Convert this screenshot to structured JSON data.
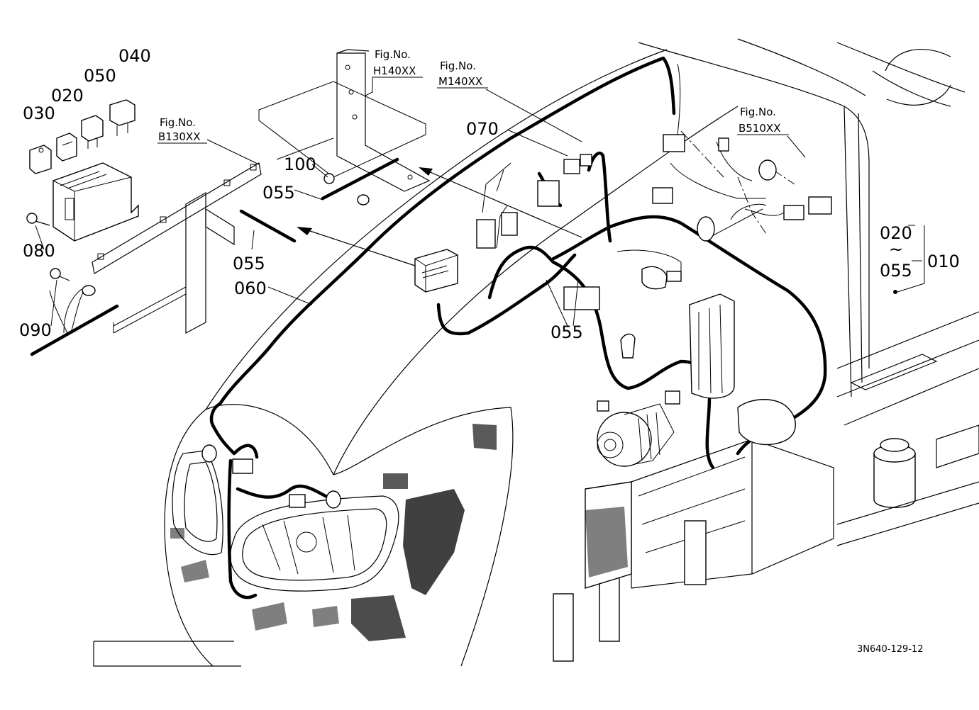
{
  "parts": {
    "p030": "030",
    "p020": "020",
    "p050": "050",
    "p040": "040",
    "p080": "080",
    "p090": "090",
    "p100": "100",
    "p055a": "055",
    "p055b": "055",
    "p055c": "055",
    "p060": "060",
    "p070": "070",
    "p020r": "020",
    "tilde": "~",
    "p055r": "055",
    "p010": "010"
  },
  "figs": {
    "b130_label": "Fig.No.",
    "b130_code": "B130XX",
    "h140_label": "Fig.No.",
    "h140_code": "H140XX",
    "m140_label": "Fig.No.",
    "m140_code": "M140XX",
    "b510_label": "Fig.No.",
    "b510_code": "B510XX"
  },
  "drawing_code": "3N640-129-12"
}
